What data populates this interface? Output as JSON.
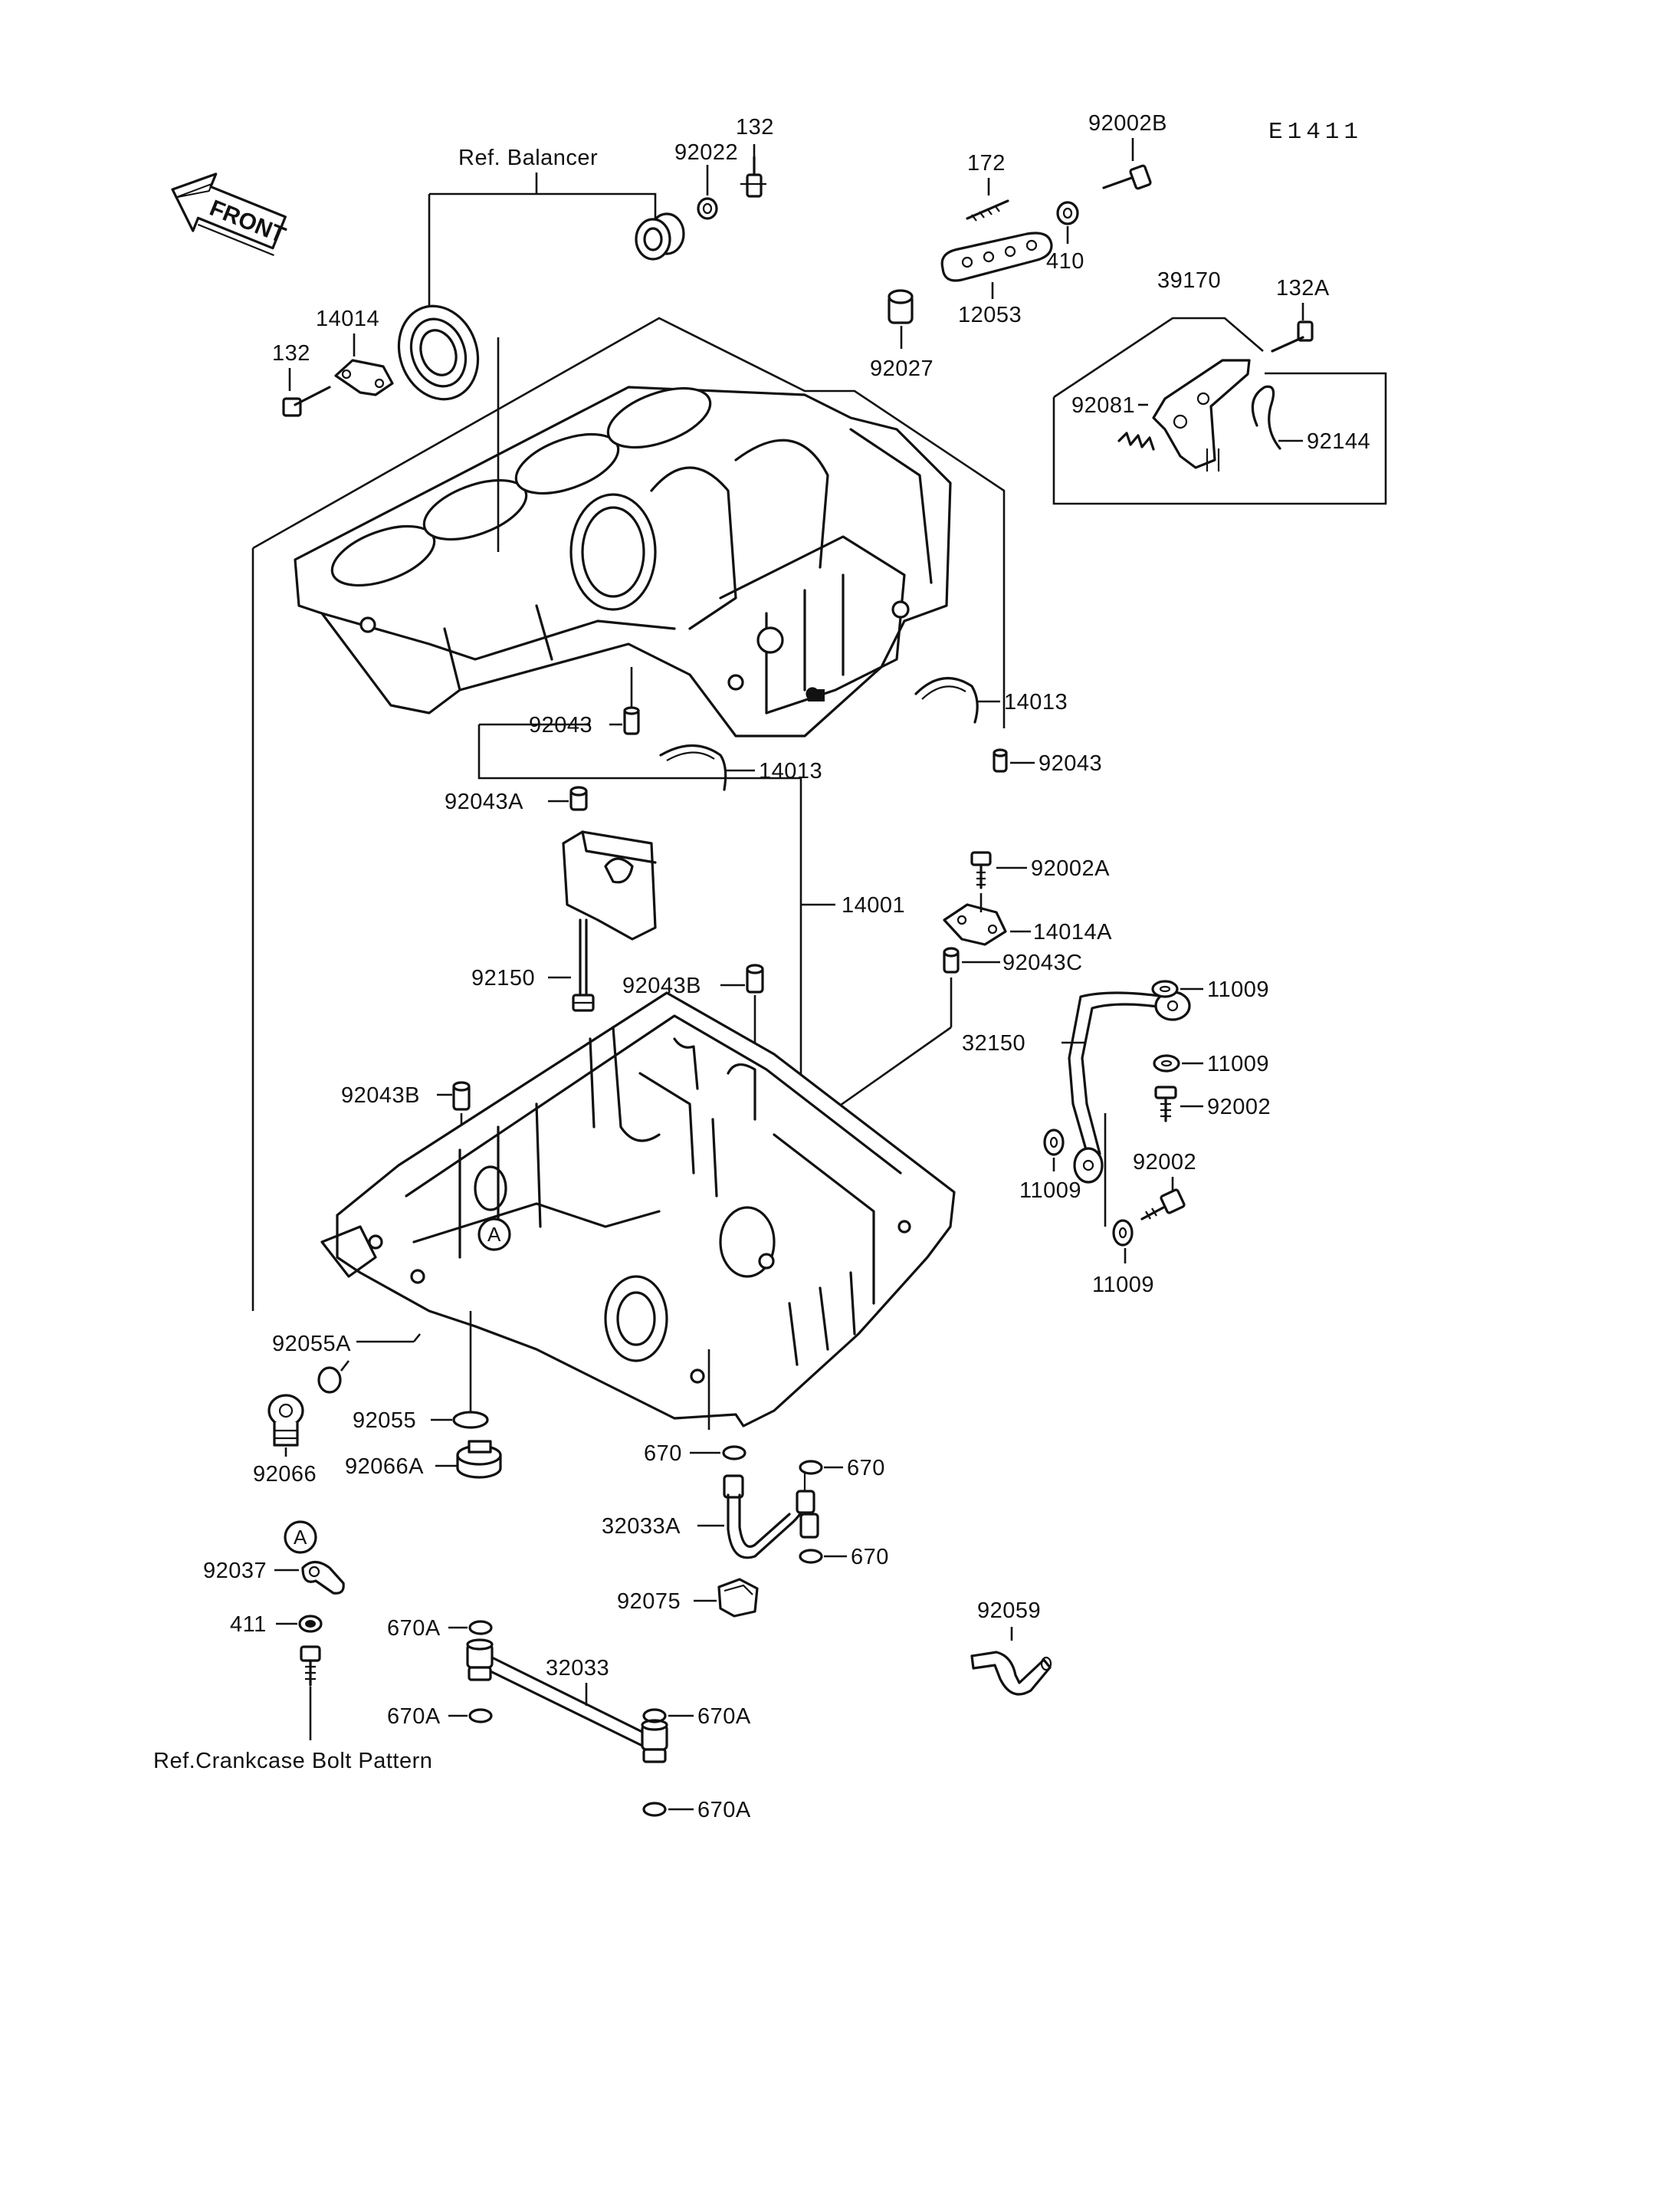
{
  "diagram_code": "E1411",
  "front_label": "FRONT",
  "ref_balancer": "Ref. Balancer",
  "ref_bolt_pattern": "Ref.Crankcase Bolt Pattern",
  "marker_a": "A",
  "part_labels": {
    "p132_top": "132",
    "p92022": "92022",
    "p172": "172",
    "p92002B": "92002B",
    "p410": "410",
    "p12053": "12053",
    "p92027": "92027",
    "p39170": "39170",
    "p132A": "132A",
    "p92081": "92081",
    "p92144": "92144",
    "p14014": "14014",
    "p132_left": "132",
    "p14013_right": "14013",
    "p92043_left": "92043",
    "p14013_lower": "14013",
    "p92043_right": "92043",
    "p92043A": "92043A",
    "p92002A": "92002A",
    "p14001": "14001",
    "p14014A": "14014A",
    "p92043C": "92043C",
    "p92150": "92150",
    "p92043B_top": "92043B",
    "p11009_a": "11009",
    "p32150": "32150",
    "p11009_b": "11009",
    "p92002_a": "92002",
    "p92043B_left": "92043B",
    "p92002_b": "92002",
    "p11009_c": "11009",
    "p11009_d": "11009",
    "p92055A": "92055A",
    "p92055": "92055",
    "p92066": "92066",
    "p92066A": "92066A",
    "p670_a": "670",
    "p670_b": "670",
    "p32033A": "32033A",
    "p670_c": "670",
    "p92075": "92075",
    "p92037": "92037",
    "p411": "411",
    "p92059": "92059",
    "p670A_a": "670A",
    "p32033": "32033",
    "p670A_b": "670A",
    "p670A_c": "670A",
    "p670A_d": "670A"
  }
}
